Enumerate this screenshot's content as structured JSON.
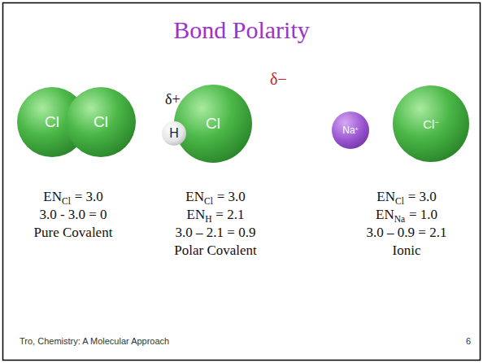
{
  "diagram": {
    "title": "Bond Polarity",
    "nodes": [
      {
        "text": [
          "Cl"
        ]
      },
      {
        "text": [
          "Cl"
        ]
      },
      {
        "text": [
          "H"
        ]
      },
      {
        "text": [
          "Cl"
        ]
      },
      {
        "text": [
          "Na",
          "+"
        ]
      },
      {
        "text": [
          "Cl",
          "−"
        ]
      }
    ],
    "labels": [
      "δ+",
      "δ−",
      "EN",
      "Cl",
      "= 3.0",
      "3.0 - 3.0 = 0",
      "Pure Covalent",
      "EN",
      "Cl",
      "= 3.0",
      "EN",
      "H",
      "= 2.1",
      "3.0 – 2.1 = 0.9",
      "Polar Covalent",
      "EN",
      "Cl",
      "= 3.0",
      "EN",
      "Na",
      "= 1.0",
      "3.0 – 0.9 = 2.1",
      "Ionic",
      "Tro, Chemistry: A Molecular Approach",
      "6"
    ]
  }
}
